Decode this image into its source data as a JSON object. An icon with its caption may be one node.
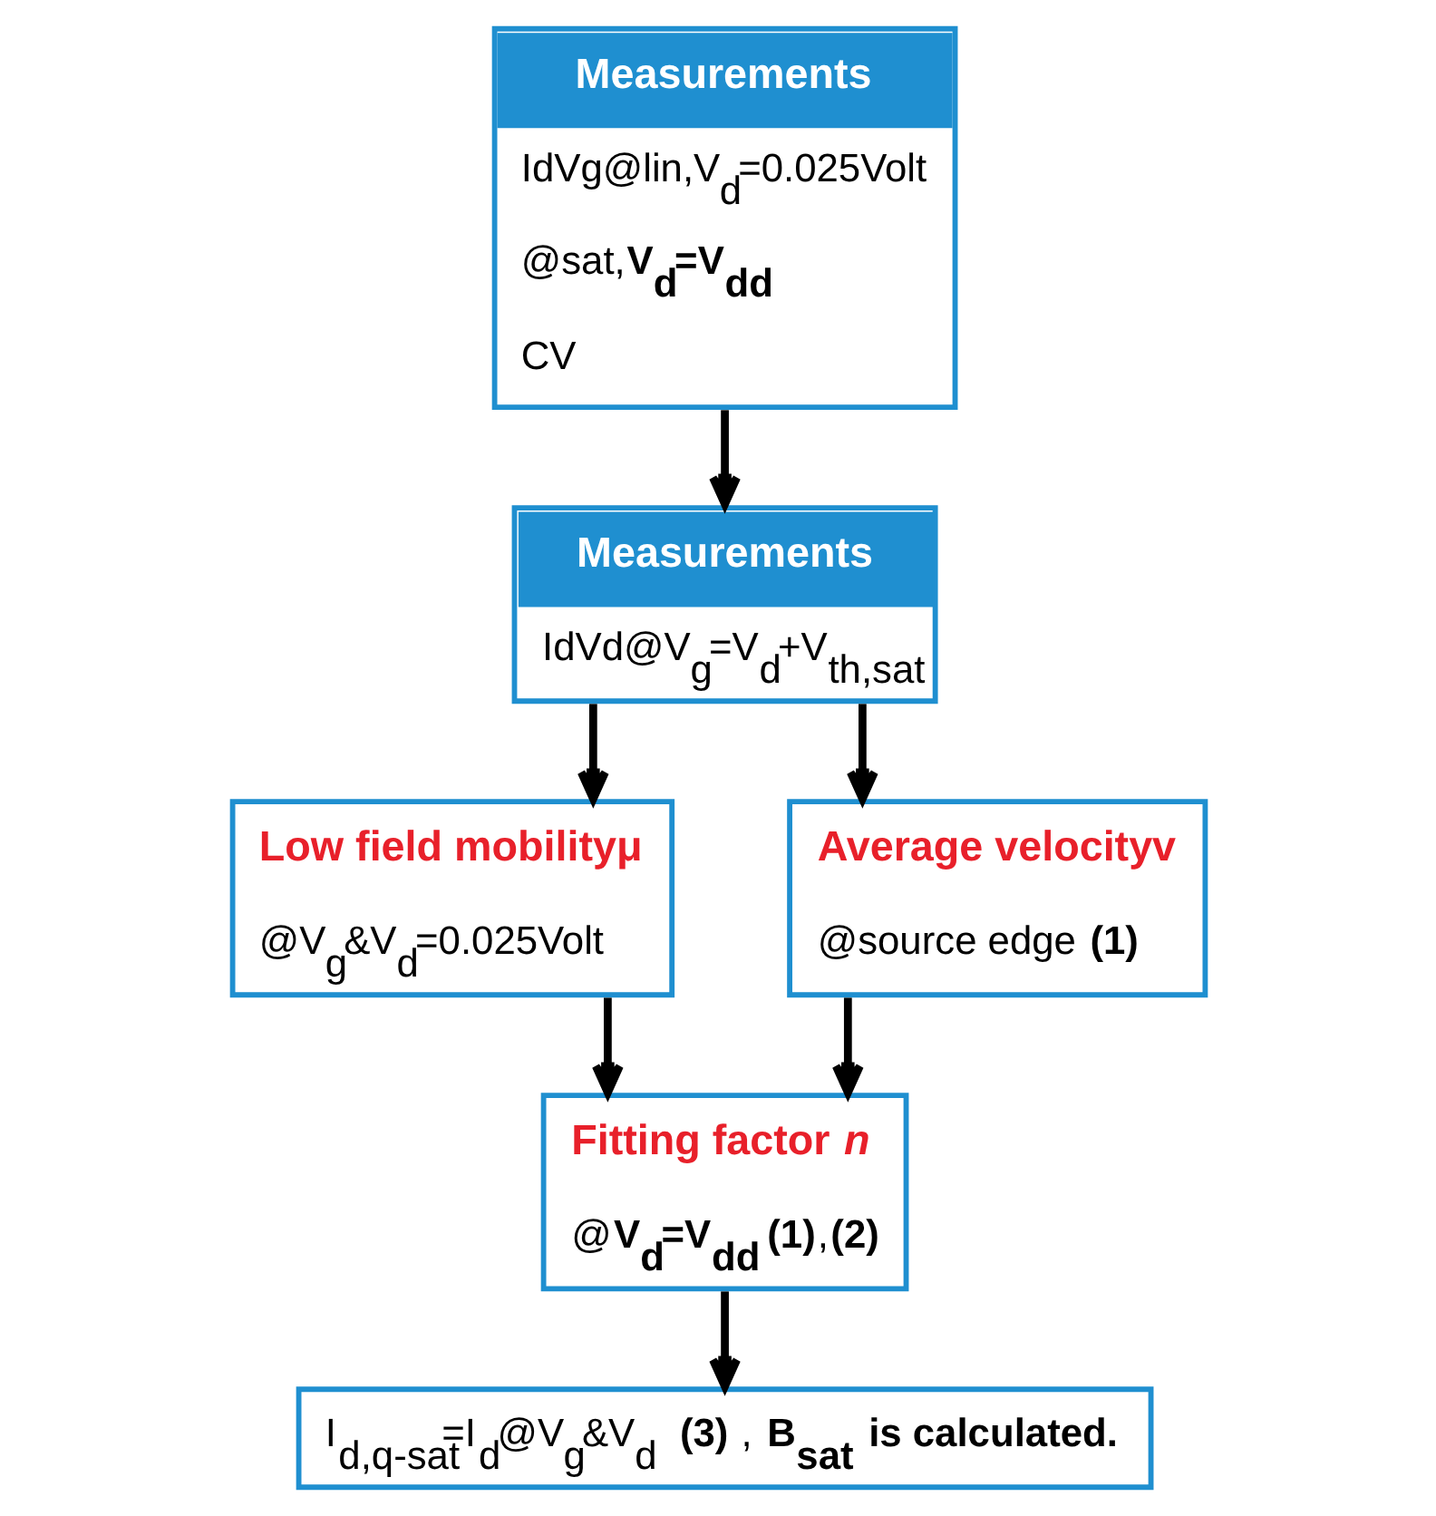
{
  "diagram": {
    "nodes": [
      {
        "text": [
          "Measurements",
          "IdVg@lin,V$_{d}$=0.025Volt",
          "@sat,**V$_{d}$=V$_{dd}$**",
          "CV"
        ]
      },
      {
        "text": [
          "Measurements",
          "IdVd@V$_{g}$=V$_{d}$+V$_{th,sat}$"
        ]
      },
      {
        "text": [
          "Low field mobilityμ",
          "@V$_{g}$&V$_{d}$=0.025Volt"
        ]
      },
      {
        "text": [
          "Average velocityv",
          "@source edge **(1)**"
        ]
      },
      {
        "text": [
          "Fitting factor *n*",
          "@**V$_{d}$=V$_{dd}$** **(1)**,**(2)**"
        ]
      },
      {
        "text": [
          "I$_{d,q-sat}$=I$_{d}$@V$_{g}$&V$_{d}$ **(3)** , **B$_{sat}$ is calculated.**"
        ]
      }
    ],
    "edges": [
      {
        "from": 0,
        "to": 1,
        "arrow": "to"
      },
      {
        "from": 1,
        "to": 2,
        "arrow": "to"
      },
      {
        "from": 1,
        "to": 3,
        "arrow": "to"
      },
      {
        "from": 2,
        "to": 4,
        "arrow": "to"
      },
      {
        "from": 3,
        "to": 4,
        "arrow": "to"
      },
      {
        "from": 4,
        "to": 5,
        "arrow": "to"
      }
    ]
  }
}
